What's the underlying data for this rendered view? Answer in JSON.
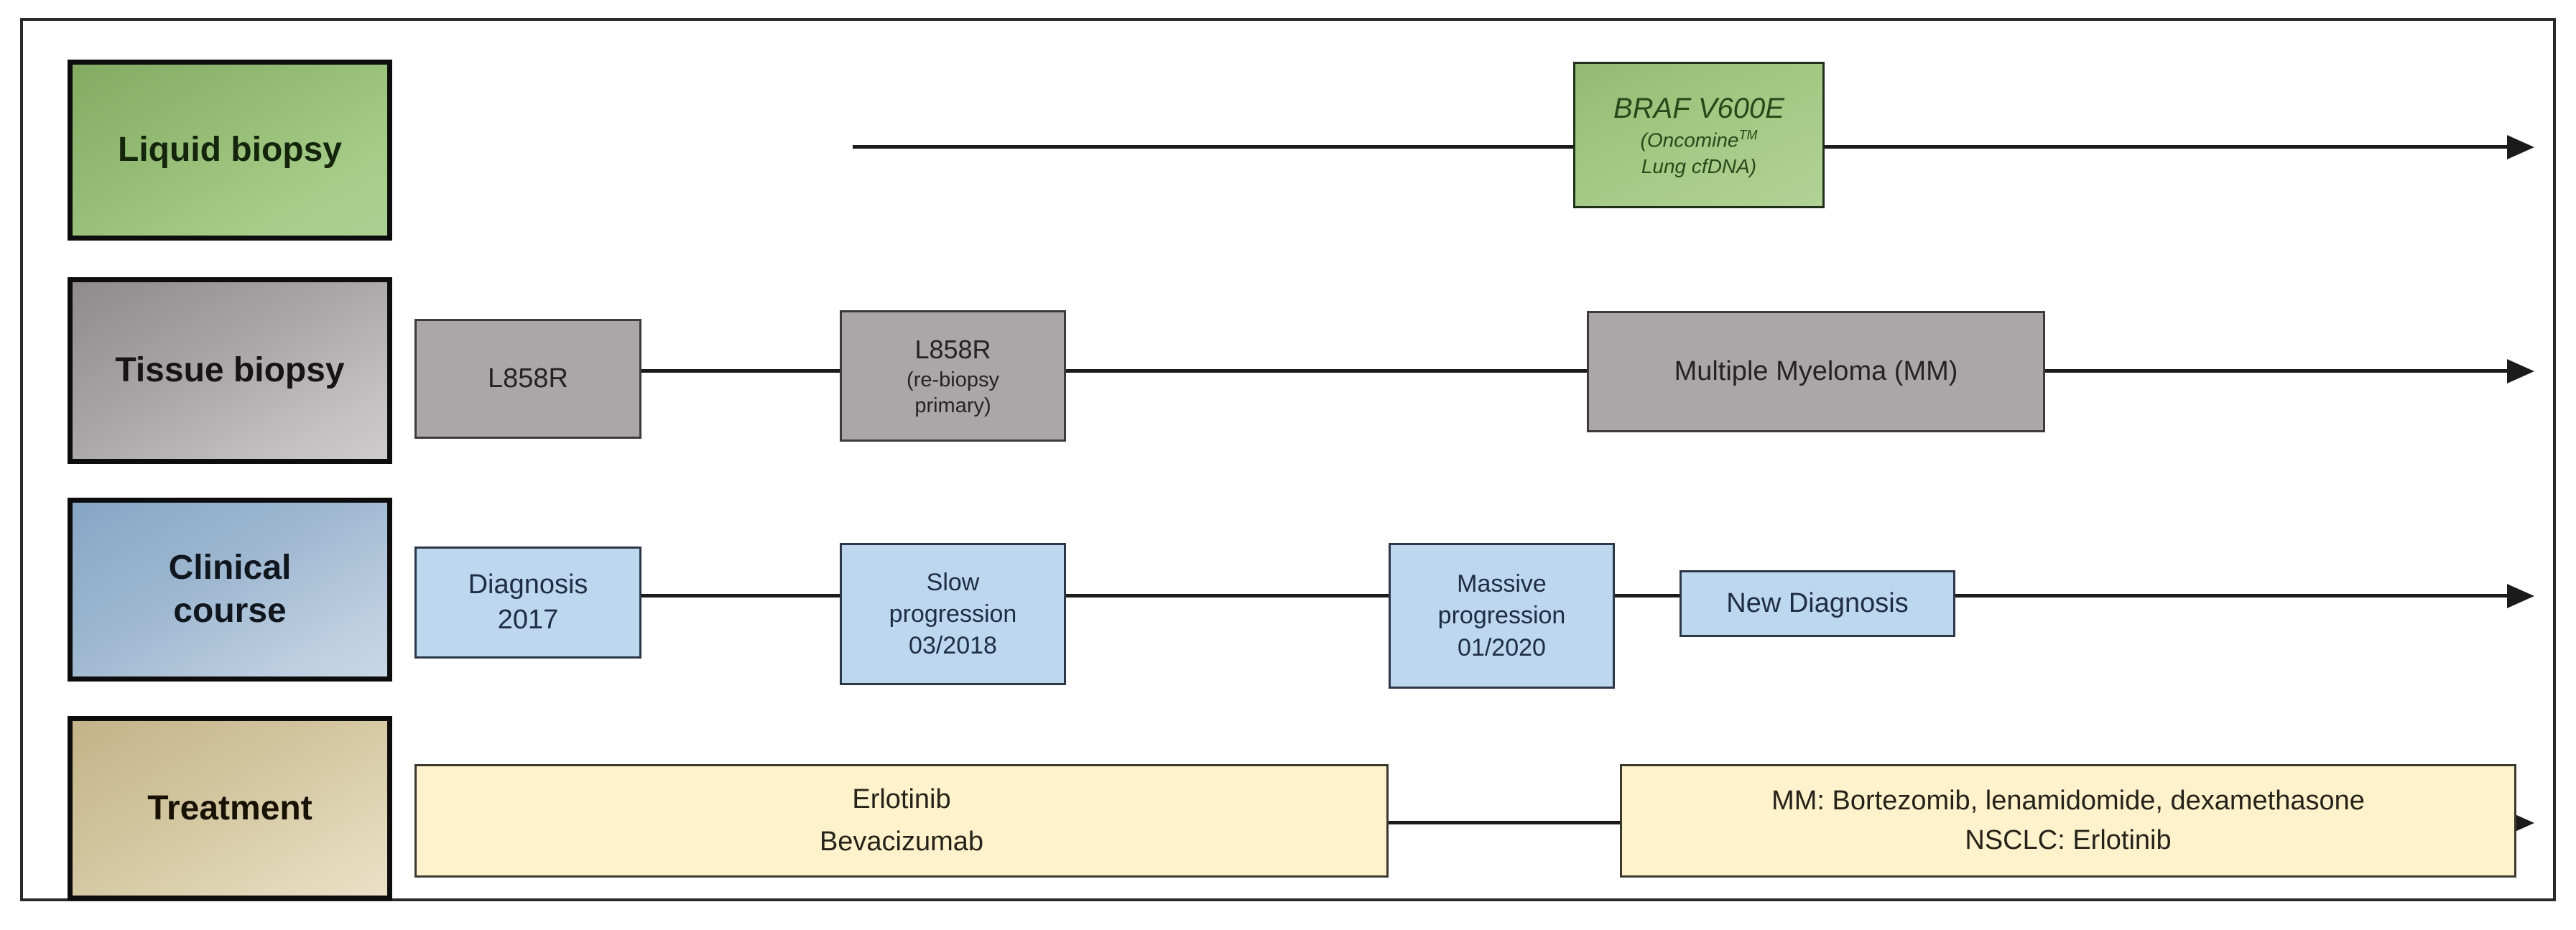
{
  "figure_type": "clinical-timeline-diagram",
  "rows": [
    {
      "id": "liquid-biopsy",
      "label": "Liquid biopsy",
      "events": [
        {
          "gene": "BRAF",
          "variant": "V600E",
          "sub_lines": [
            "(Oncomine",
            "Lung cfDNA)"
          ],
          "trademark": "TM"
        }
      ]
    },
    {
      "id": "tissue-biopsy",
      "label": "Tissue biopsy",
      "events": [
        {
          "title": "L858R"
        },
        {
          "title": "L858R",
          "sub_lines": [
            "(re-biopsy",
            "primary)"
          ]
        },
        {
          "title": "Multiple Myeloma (MM)"
        }
      ]
    },
    {
      "id": "clinical-course",
      "label": "Clinical course",
      "events": [
        {
          "lines": [
            "Diagnosis",
            "2017"
          ]
        },
        {
          "lines": [
            "Slow",
            "progression",
            "03/2018"
          ]
        },
        {
          "lines": [
            "Massive",
            "progression",
            "01/2020"
          ]
        },
        {
          "lines": [
            "New Diagnosis"
          ]
        }
      ]
    },
    {
      "id": "treatment",
      "label": "Treatment",
      "events": [
        {
          "lines": [
            "Erlotinib",
            "Bevacizumab"
          ]
        },
        {
          "lines": [
            "MM: Bortezomib, lenamidomide, dexamethasone",
            "NSCLC: Erlotinib"
          ]
        }
      ]
    }
  ],
  "colors": {
    "liquid_label_green": "#94bc74",
    "braf_event_green": "#a3c883",
    "tissue_label_gray": "#aaa6a7",
    "tissue_event_gray": "#aba7a8",
    "clinical_label_blue": "#9fb8d1",
    "clinical_event_blue": "#bdd7ee",
    "treatment_label_tan": "#d3c6a0",
    "treatment_event_cream": "#fdf2cb",
    "timeline_line": "#1b1b1b",
    "frame_border": "#2a2a2a"
  }
}
